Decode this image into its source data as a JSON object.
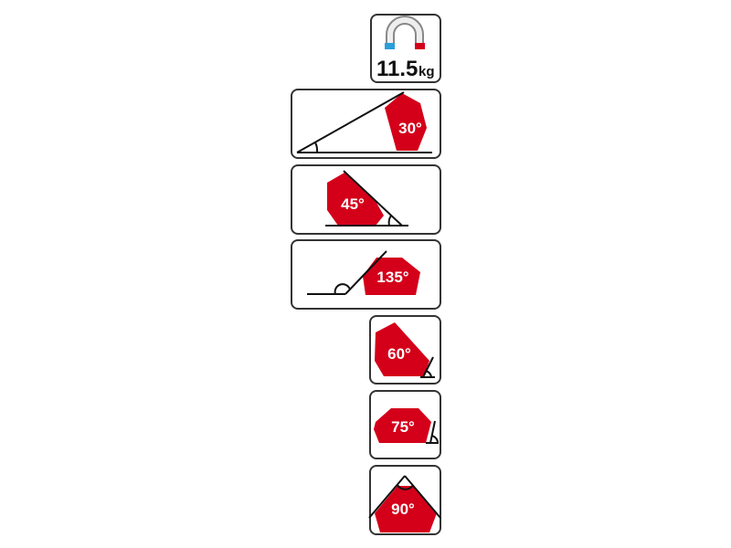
{
  "magnet": {
    "value": "11.5",
    "unit": "kg"
  },
  "angles": [
    {
      "label": "30°"
    },
    {
      "label": "45°"
    },
    {
      "label": "135°"
    },
    {
      "label": "60°"
    },
    {
      "label": "75°"
    },
    {
      "label": "90°"
    }
  ],
  "colors": {
    "red": "#d4001a",
    "pole_north": "#d4001a",
    "pole_south": "#2a9fd8"
  }
}
